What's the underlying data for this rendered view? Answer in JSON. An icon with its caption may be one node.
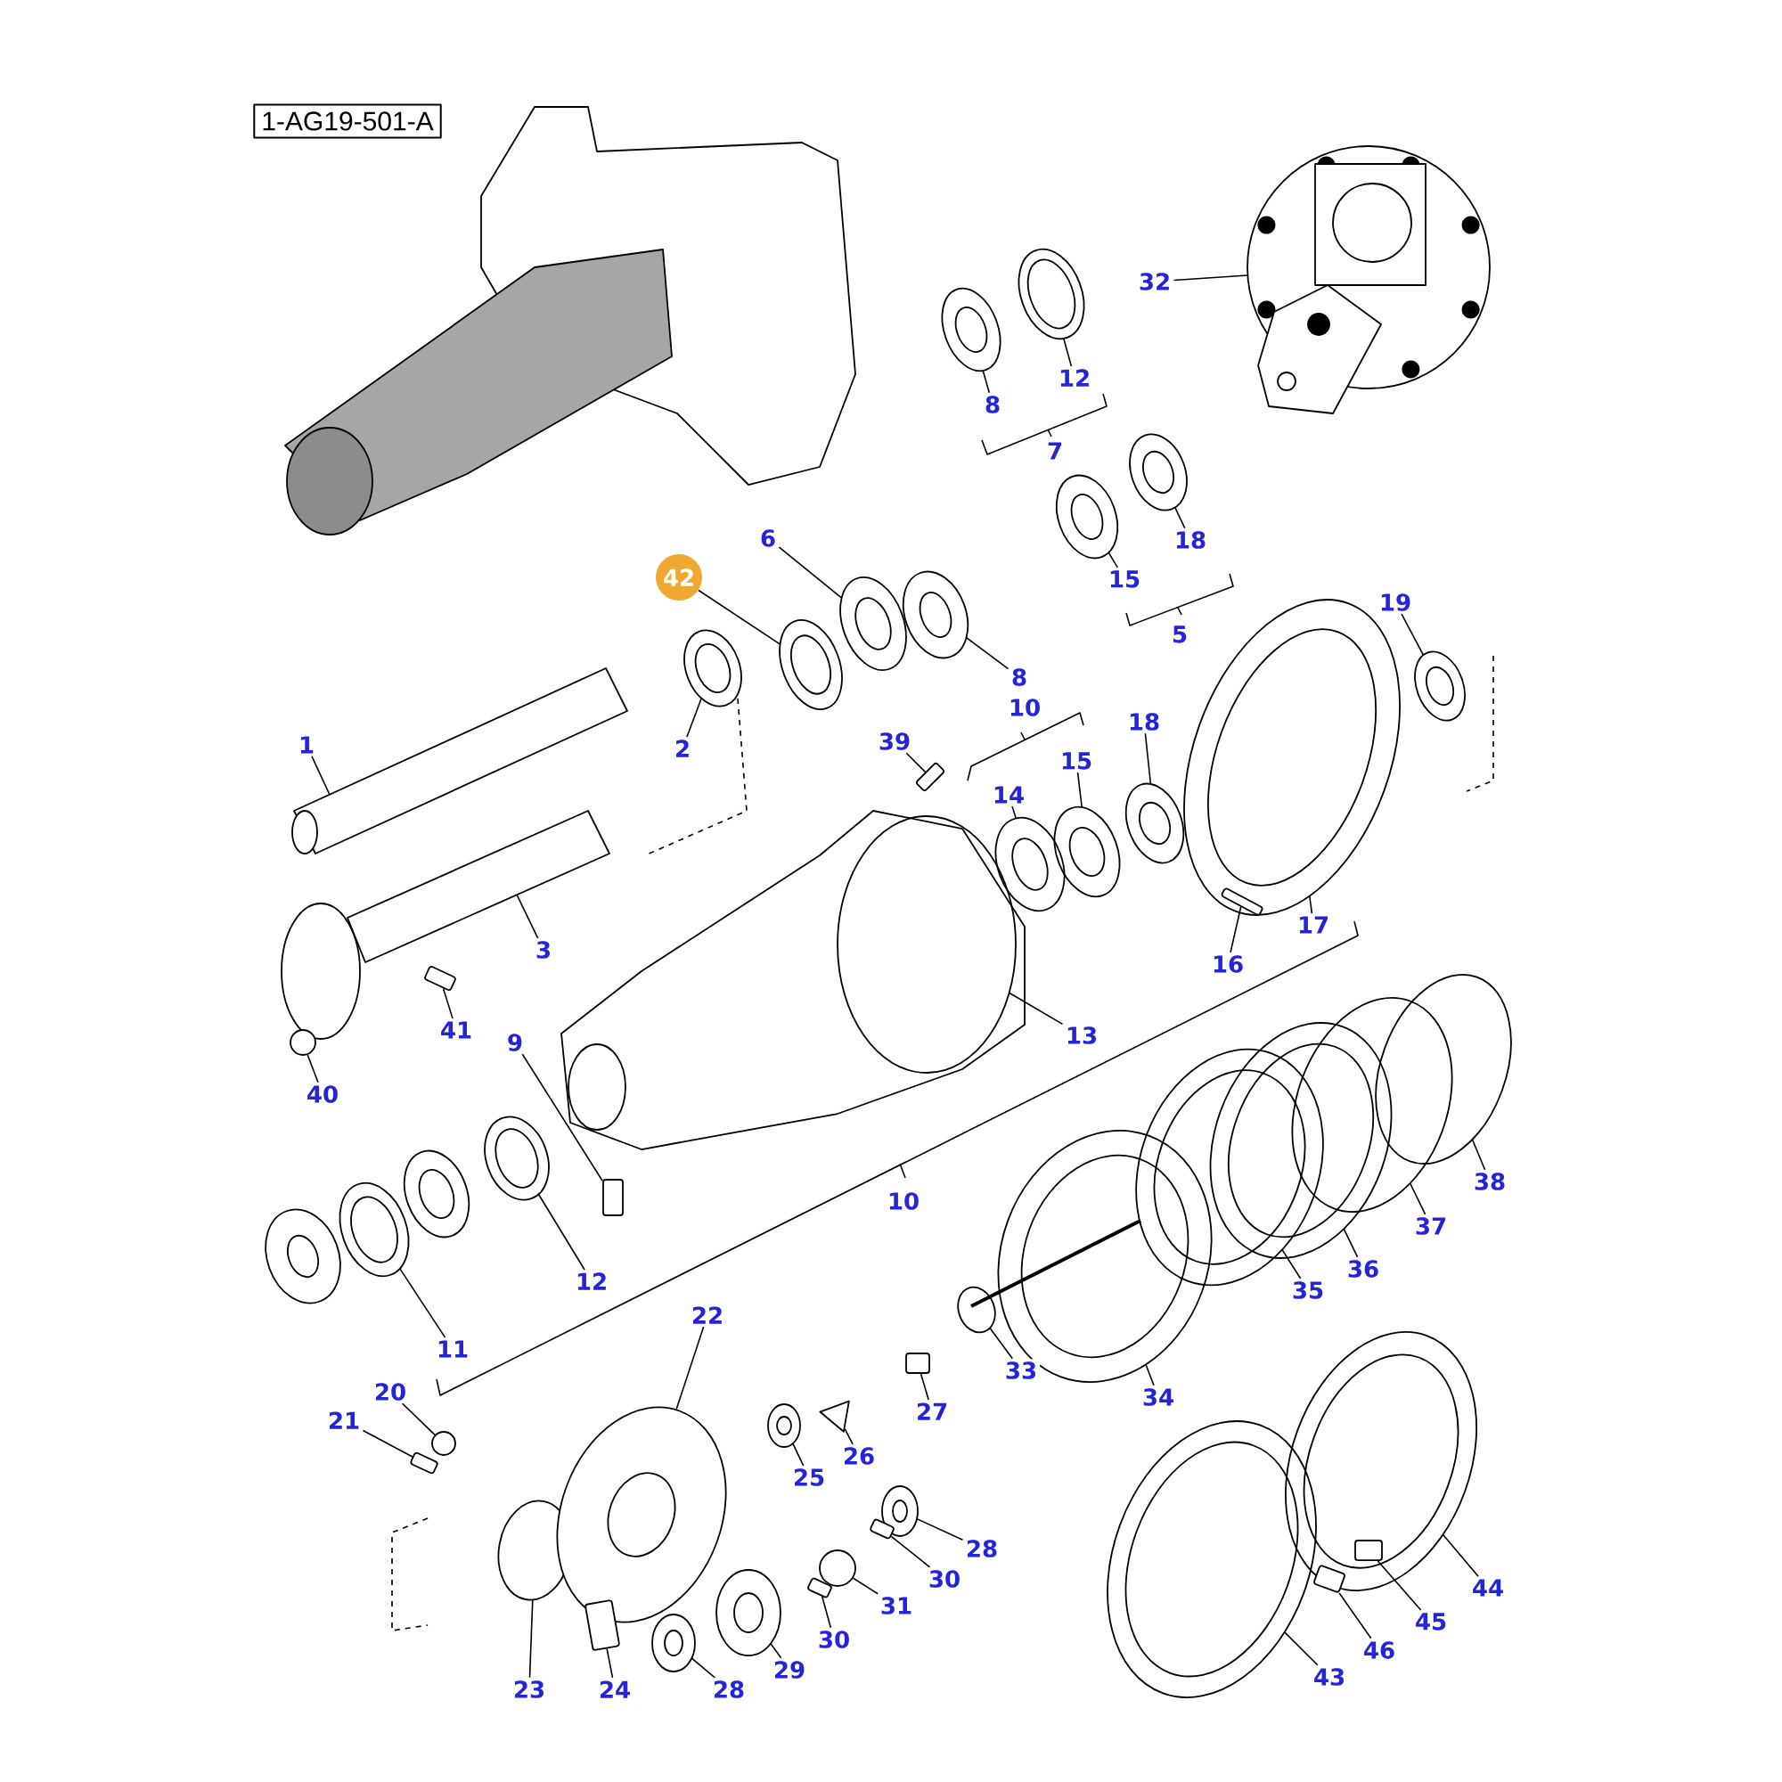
{
  "diagram": {
    "nodes": [
      {
        "text": [
          "32"
        ]
      },
      {
        "text": [
          "12"
        ]
      },
      {
        "text": [
          "8"
        ]
      },
      {
        "text": [
          "7"
        ]
      },
      {
        "text": [
          "18"
        ]
      },
      {
        "text": [
          "15"
        ]
      },
      {
        "text": [
          "5"
        ]
      },
      {
        "text": [
          "6"
        ]
      },
      {
        "text": [
          "42"
        ]
      },
      {
        "text": [
          "8"
        ]
      },
      {
        "text": [
          "19"
        ]
      },
      {
        "text": [
          "2"
        ]
      },
      {
        "text": [
          "1"
        ]
      },
      {
        "text": [
          "39"
        ]
      },
      {
        "text": [
          "10"
        ]
      },
      {
        "text": [
          "18"
        ]
      },
      {
        "text": [
          "15"
        ]
      },
      {
        "text": [
          "14"
        ]
      },
      {
        "text": [
          "17"
        ]
      },
      {
        "text": [
          "3"
        ]
      },
      {
        "text": [
          "16"
        ]
      },
      {
        "text": [
          "41"
        ]
      },
      {
        "text": [
          "13"
        ]
      },
      {
        "text": [
          "9"
        ]
      },
      {
        "text": [
          "40"
        ]
      },
      {
        "text": [
          "10"
        ]
      },
      {
        "text": [
          "38"
        ]
      },
      {
        "text": [
          "37"
        ]
      },
      {
        "text": [
          "36"
        ]
      },
      {
        "text": [
          "35"
        ]
      },
      {
        "text": [
          "12"
        ]
      },
      {
        "text": [
          "11"
        ]
      },
      {
        "text": [
          "22"
        ]
      },
      {
        "text": [
          "33"
        ]
      },
      {
        "text": [
          "20"
        ]
      },
      {
        "text": [
          "21"
        ]
      },
      {
        "text": [
          "27"
        ]
      },
      {
        "text": [
          "34"
        ]
      },
      {
        "text": [
          "26"
        ]
      },
      {
        "text": [
          "25"
        ]
      },
      {
        "text": [
          "28"
        ]
      },
      {
        "text": [
          "30"
        ]
      },
      {
        "text": [
          "31"
        ]
      },
      {
        "text": [
          "30"
        ]
      },
      {
        "text": [
          "29"
        ]
      },
      {
        "text": [
          "44"
        ]
      },
      {
        "text": [
          "45"
        ]
      },
      {
        "text": [
          "46"
        ]
      },
      {
        "text": [
          "43"
        ]
      },
      {
        "text": [
          "23"
        ]
      },
      {
        "text": [
          "24"
        ]
      },
      {
        "text": [
          "28"
        ]
      },
      {
        "text": [],
        "shape": "cylinder"
      },
      {
        "text": [],
        "shape": "cylinder"
      },
      {
        "text": [],
        "shape": "cylinder"
      },
      {
        "text": [],
        "shape": "circle"
      },
      {
        "text": [],
        "shape": "circle"
      },
      {
        "text": [],
        "shape": "cylinder"
      },
      {
        "text": [],
        "shape": "cylinder"
      },
      {
        "text": [],
        "shape": "cylinder"
      },
      {
        "text": [],
        "shape": "circle"
      },
      {
        "text": [],
        "shape": "cylinder"
      },
      {
        "text": [],
        "shape": "cylinder"
      },
      {
        "text": [],
        "shape": "cylinder"
      },
      {
        "text": [],
        "shape": "cylinder"
      },
      {
        "text": [],
        "shape": "ellipse"
      },
      {
        "text": [],
        "shape": "triangle"
      },
      {
        "text": [],
        "shape": "cylinder"
      }
    ],
    "edges": [
      {
        "from": 0,
        "to": null,
        "arrow": "none"
      },
      {
        "from": 1,
        "to": null,
        "arrow": "none"
      },
      {
        "from": 2,
        "to": null,
        "arrow": "none"
      },
      {
        "from": 4,
        "to": null,
        "arrow": "none"
      },
      {
        "from": 5,
        "to": null,
        "arrow": "none"
      },
      {
        "from": 7,
        "to": null,
        "arrow": "none"
      },
      {
        "from": 8,
        "to": null,
        "arrow": "none"
      },
      {
        "from": 9,
        "to": null,
        "arrow": "none"
      },
      {
        "from": 10,
        "to": null,
        "arrow": "none"
      },
      {
        "from": 11,
        "to": null,
        "arrow": "none"
      },
      {
        "from": 12,
        "to": null,
        "arrow": "none"
      },
      {
        "from": 13,
        "to": 52,
        "arrow": "none"
      },
      {
        "from": 15,
        "to": null,
        "arrow": "none"
      },
      {
        "from": 16,
        "to": null,
        "arrow": "none"
      },
      {
        "from": 17,
        "to": null,
        "arrow": "none"
      },
      {
        "from": 18,
        "to": null,
        "arrow": "none"
      },
      {
        "from": 19,
        "to": null,
        "arrow": "none"
      },
      {
        "from": 20,
        "to": 64,
        "arrow": "none"
      },
      {
        "from": 21,
        "to": 53,
        "arrow": "none"
      },
      {
        "from": 22,
        "to": null,
        "arrow": "none"
      },
      {
        "from": 23,
        "to": 54,
        "arrow": "none"
      },
      {
        "from": 24,
        "to": 55,
        "arrow": "none"
      },
      {
        "from": 26,
        "to": null,
        "arrow": "none"
      },
      {
        "from": 27,
        "to": null,
        "arrow": "none"
      },
      {
        "from": 28,
        "to": null,
        "arrow": "none"
      },
      {
        "from": 29,
        "to": null,
        "arrow": "none"
      },
      {
        "from": 30,
        "to": null,
        "arrow": "none"
      },
      {
        "from": 31,
        "to": null,
        "arrow": "none"
      },
      {
        "from": 32,
        "to": 65,
        "arrow": "none"
      },
      {
        "from": 33,
        "to": null,
        "arrow": "none"
      },
      {
        "from": 34,
        "to": 56,
        "arrow": "none"
      },
      {
        "from": 35,
        "to": 57,
        "arrow": "none"
      },
      {
        "from": 36,
        "to": 58,
        "arrow": "none"
      },
      {
        "from": 37,
        "to": null,
        "arrow": "none"
      },
      {
        "from": 38,
        "to": 66,
        "arrow": "none"
      },
      {
        "from": 39,
        "to": null,
        "arrow": "none"
      },
      {
        "from": 40,
        "to": null,
        "arrow": "none"
      },
      {
        "from": 41,
        "to": 59,
        "arrow": "none"
      },
      {
        "from": 42,
        "to": 60,
        "arrow": "none"
      },
      {
        "from": 43,
        "to": 61,
        "arrow": "none"
      },
      {
        "from": 44,
        "to": null,
        "arrow": "none"
      },
      {
        "from": 45,
        "to": null,
        "arrow": "none"
      },
      {
        "from": 46,
        "to": 62,
        "arrow": "none"
      },
      {
        "from": 47,
        "to": 63,
        "arrow": "none"
      },
      {
        "from": 48,
        "to": null,
        "arrow": "none"
      },
      {
        "from": 49,
        "to": null,
        "arrow": "none"
      },
      {
        "from": 50,
        "to": 67,
        "arrow": "none"
      },
      {
        "from": 51,
        "to": null,
        "arrow": "none"
      }
    ],
    "labels": [
      "1-AG19-501-A"
    ]
  }
}
